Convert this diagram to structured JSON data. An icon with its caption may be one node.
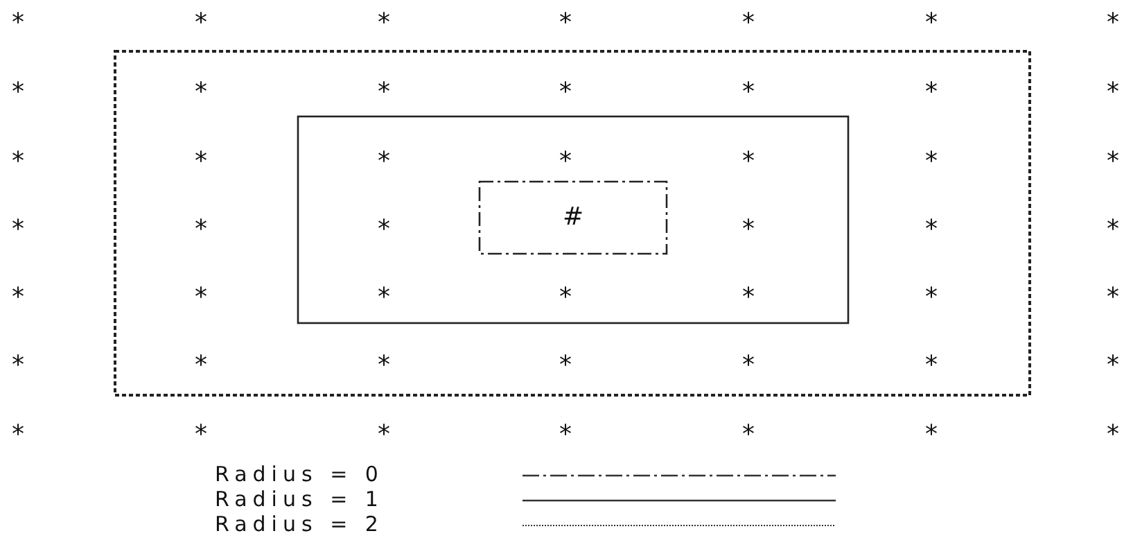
{
  "diagram": {
    "nodes": [
      {
        "text": [],
        "shape": "box"
      },
      {
        "text": [],
        "shape": "box",
        "in": 0
      },
      {
        "text": [
          "#"
        ],
        "in": 1
      }
    ],
    "labels": [
      "*",
      "*",
      "*",
      "*",
      "*",
      "*",
      "*",
      "*",
      "*",
      "*",
      "*",
      "*",
      "*",
      "*",
      "*",
      "*",
      "*",
      "*",
      "*",
      "*",
      "*",
      "*",
      "*",
      "*",
      "*",
      "*",
      "*",
      "*",
      "*",
      "*",
      "*",
      "*",
      "*",
      "*",
      "*",
      "*",
      "*",
      "*",
      "*",
      "*",
      "*",
      "*",
      "*",
      "*",
      "*",
      "*",
      "*",
      "*"
    ],
    "legend": [
      {
        "text": "Radius = 0"
      },
      {
        "text": "Radius = 1"
      },
      {
        "text": "Radius = 2"
      }
    ]
  }
}
